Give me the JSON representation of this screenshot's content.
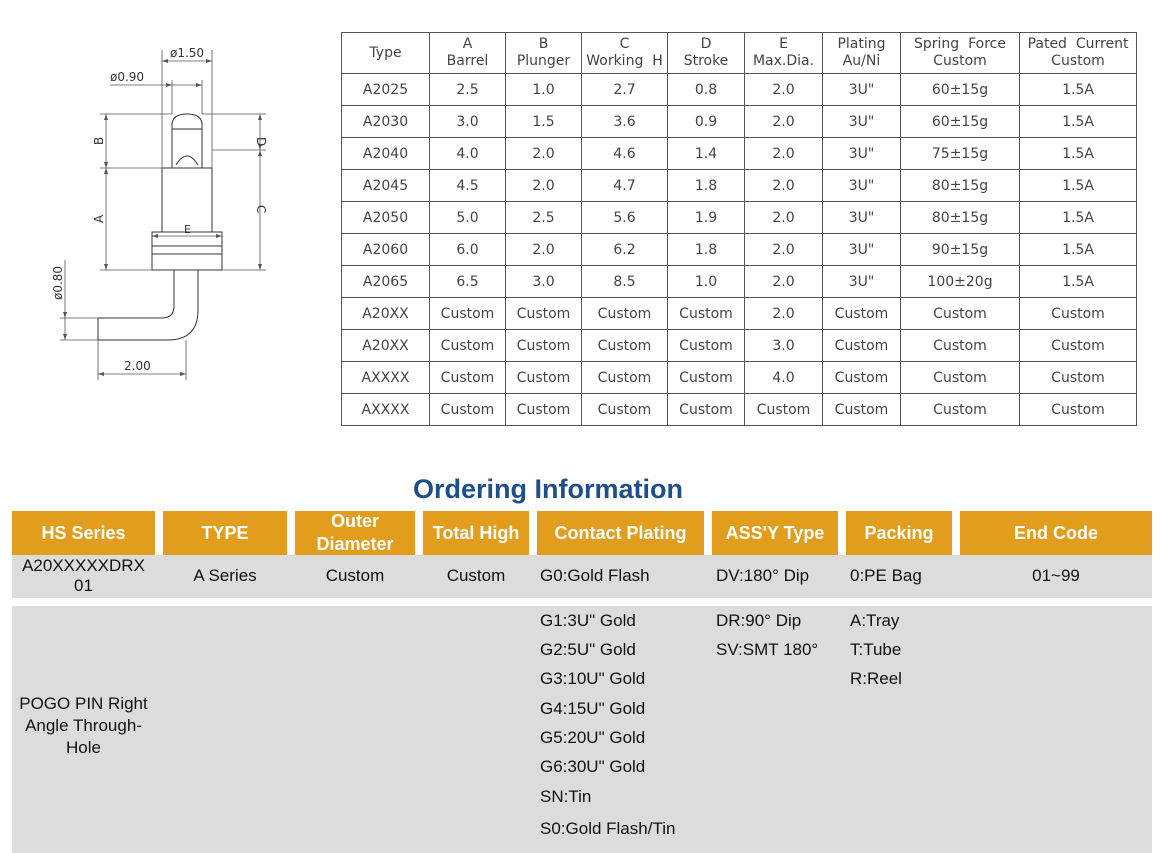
{
  "drawing": {
    "dims": {
      "plunger_dia": "ø1.50",
      "barrel_dia": "ø0.90",
      "tail_dia": "ø0.80",
      "tail_length": "2.00",
      "label_b": "B",
      "label_d": "D",
      "label_a": "A",
      "label_c": "C",
      "label_e": "E"
    }
  },
  "spec_table": {
    "headers": [
      {
        "l1": "Type",
        "l2": ""
      },
      {
        "l1": "A",
        "l2": "Barrel"
      },
      {
        "l1": "B",
        "l2": "Plunger"
      },
      {
        "l1": "C",
        "l2": "Working  H"
      },
      {
        "l1": "D",
        "l2": "Stroke"
      },
      {
        "l1": "E",
        "l2": "Max.Dia."
      },
      {
        "l1": "Plating",
        "l2": "Au/Ni"
      },
      {
        "l1": "Spring  Force",
        "l2": "Custom"
      },
      {
        "l1": "Pated  Current",
        "l2": "Custom"
      }
    ],
    "rows": [
      [
        "A2025",
        "2.5",
        "1.0",
        "2.7",
        "0.8",
        "2.0",
        "3U\"",
        "60±15g",
        "1.5A"
      ],
      [
        "A2030",
        "3.0",
        "1.5",
        "3.6",
        "0.9",
        "2.0",
        "3U\"",
        "60±15g",
        "1.5A"
      ],
      [
        "A2040",
        "4.0",
        "2.0",
        "4.6",
        "1.4",
        "2.0",
        "3U\"",
        "75±15g",
        "1.5A"
      ],
      [
        "A2045",
        "4.5",
        "2.0",
        "4.7",
        "1.8",
        "2.0",
        "3U\"",
        "80±15g",
        "1.5A"
      ],
      [
        "A2050",
        "5.0",
        "2.5",
        "5.6",
        "1.9",
        "2.0",
        "3U\"",
        "80±15g",
        "1.5A"
      ],
      [
        "A2060",
        "6.0",
        "2.0",
        "6.2",
        "1.8",
        "2.0",
        "3U\"",
        "90±15g",
        "1.5A"
      ],
      [
        "A2065",
        "6.5",
        "3.0",
        "8.5",
        "1.0",
        "2.0",
        "3U\"",
        "100±20g",
        "1.5A"
      ],
      [
        "A20XX",
        "Custom",
        "Custom",
        "Custom",
        "Custom",
        "2.0",
        "Custom",
        "Custom",
        "Custom"
      ],
      [
        "A20XX",
        "Custom",
        "Custom",
        "Custom",
        "Custom",
        "3.0",
        "Custom",
        "Custom",
        "Custom"
      ],
      [
        "AXXXX",
        "Custom",
        "Custom",
        "Custom",
        "Custom",
        "4.0",
        "Custom",
        "Custom",
        "Custom"
      ],
      [
        "AXXXX",
        "Custom",
        "Custom",
        "Custom",
        "Custom",
        "Custom",
        "Custom",
        "Custom",
        "Custom"
      ]
    ]
  },
  "ordering": {
    "title": "Ordering Information",
    "headers": {
      "hs_series": "HS Series",
      "type": "TYPE",
      "outer_l1": "Outer",
      "outer_l2": "Diameter",
      "total_high": "Total High",
      "contact_plating": "Contact Plating",
      "assy_type": "ASS'Y Type",
      "packing": "Packing",
      "end_code": "End Code"
    },
    "row1": {
      "hs_series_l1": "A20XXXXXDRX",
      "hs_series_l2": "01",
      "type": "A Series",
      "outer": "Custom",
      "total": "Custom",
      "plating": "G0:Gold Flash",
      "assy": "DV:180° Dip",
      "packing": "0:PE Bag",
      "end_code": "01~99"
    },
    "row2": {
      "desc_l1": "POGO PIN Right",
      "desc_l2": "Angle Through-",
      "desc_l3": "Hole",
      "plating": [
        "G1:3U\" Gold",
        "G2:5U\" Gold",
        "G3:10U\" Gold",
        "G4:15U\" Gold",
        "G5:20U\" Gold",
        "G6:30U\" Gold",
        "SN:Tin",
        "S0:Gold Flash/Tin"
      ],
      "assy": [
        "DR:90° Dip",
        "SV:SMT 180°"
      ],
      "packing": [
        "A:Tray",
        "T:Tube",
        "R:Reel"
      ]
    }
  }
}
